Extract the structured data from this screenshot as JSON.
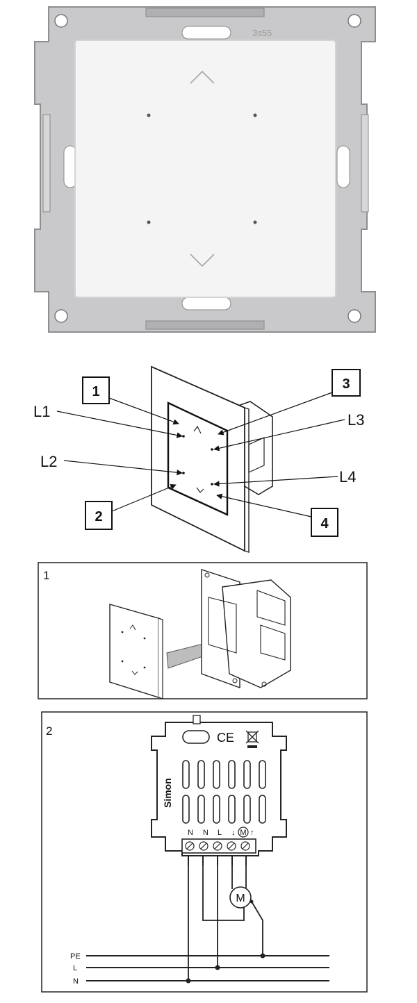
{
  "product_photo": {
    "frame_marking": "3s55"
  },
  "diagram_buttons": {
    "callouts": [
      "1",
      "2",
      "3",
      "4"
    ],
    "leds": [
      "L1",
      "L2",
      "L3",
      "L4"
    ]
  },
  "panel1": {
    "number": "1"
  },
  "panel2": {
    "number": "2",
    "brand": "Simon",
    "ce_mark": "CE",
    "motor_symbol": "M",
    "terminals": [
      "N",
      "N",
      "L",
      "↓",
      "M",
      "↑"
    ],
    "supply_lines": [
      "PE",
      "L",
      "N"
    ]
  }
}
